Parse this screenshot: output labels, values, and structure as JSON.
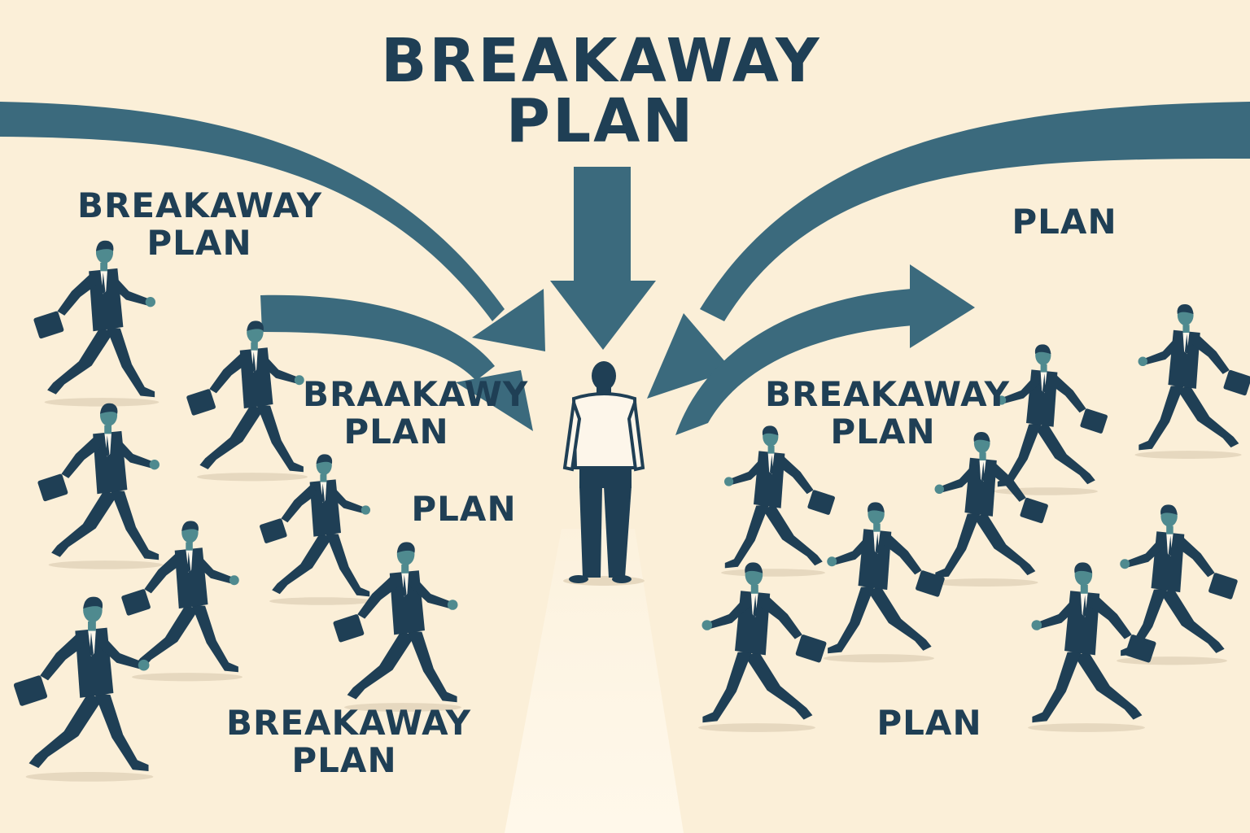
{
  "title": {
    "line1": "BREAKAWAY",
    "line2": "PLAN"
  },
  "labels": [
    {
      "line1": "BREAKAWAY",
      "line2": "PLAN"
    },
    {
      "line1": "BRAAKAWY",
      "line2": "PLAN"
    },
    {
      "line1": "PLAN",
      "line2": ""
    },
    {
      "line1": "BREAKAWAY",
      "line2": "PLAN"
    },
    {
      "line1": "PLAN",
      "line2": ""
    },
    {
      "line1": "BREAKAWAY",
      "line2": "PLAN"
    },
    {
      "line1": "PLAN",
      "line2": ""
    }
  ],
  "colors": {
    "background": "#fbefd8",
    "arrow": "#3b6a7d",
    "suit": "#1f3f55",
    "skin": "#4f8a8f",
    "shirt": "#fdf6ea",
    "spotlight": "#fdf3dd"
  }
}
